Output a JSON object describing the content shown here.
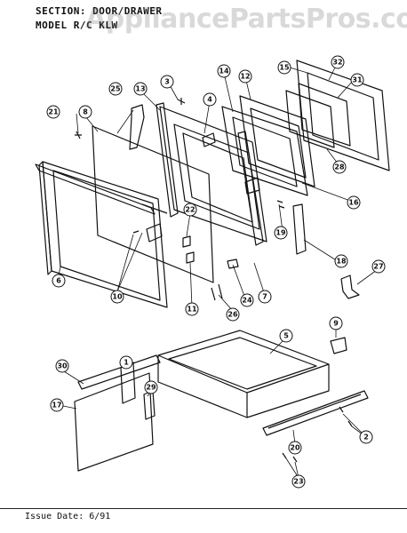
{
  "header": {
    "section_line": "SECTION: DOOR/DRAWER",
    "model_line": "MODEL R/C   KLW"
  },
  "watermark": "AppliancePartsPros.com",
  "callouts": [
    "1",
    "2",
    "3",
    "4",
    "5",
    "6",
    "7",
    "8",
    "9",
    "10",
    "11",
    "12",
    "13",
    "14",
    "15",
    "16",
    "17",
    "18",
    "19",
    "20",
    "21",
    "22",
    "23",
    "24",
    "25",
    "26",
    "27",
    "28",
    "29",
    "30",
    "31",
    "32"
  ],
  "footer": {
    "issue_date": "Issue Date: 6/91"
  },
  "colors": {
    "line": "#111111",
    "watermark": "#9a9a9a"
  }
}
